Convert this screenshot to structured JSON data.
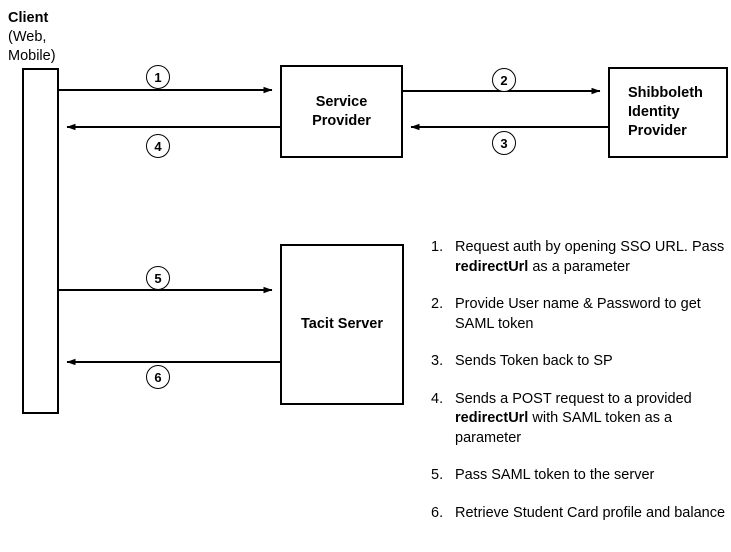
{
  "diagram": {
    "title": "SAML / Shibboleth SSO sequence diagram",
    "colors": {
      "background": "#ffffff",
      "stroke": "#000000",
      "text": "#000000"
    },
    "nodes": {
      "client": {
        "name_bold": "Client",
        "sub_line1": "(Web,",
        "sub_line2": "Mobile)"
      },
      "service_provider": {
        "line1": "Service",
        "line2": "Provider"
      },
      "identity_provider": {
        "line1": "Shibboleth",
        "line2": "Identity",
        "line3": "Provider"
      },
      "tacit_server": {
        "line1": "Tacit Server"
      }
    },
    "steps": [
      {
        "num": "1",
        "from": "client",
        "to": "service_provider",
        "direction": "right"
      },
      {
        "num": "2",
        "from": "service_provider",
        "to": "identity_provider",
        "direction": "right"
      },
      {
        "num": "3",
        "from": "identity_provider",
        "to": "service_provider",
        "direction": "left"
      },
      {
        "num": "4",
        "from": "service_provider",
        "to": "client",
        "direction": "left"
      },
      {
        "num": "5",
        "from": "client",
        "to": "tacit_server",
        "direction": "right"
      },
      {
        "num": "6",
        "from": "tacit_server",
        "to": "client",
        "direction": "left"
      }
    ],
    "legend": [
      {
        "num": "1.",
        "parts": [
          {
            "text": "Request auth by opening SSO URL. Pass ",
            "bold": false
          },
          {
            "text": "redirectUrl",
            "bold": true
          },
          {
            "text": " as a parameter",
            "bold": false
          }
        ]
      },
      {
        "num": "2.",
        "parts": [
          {
            "text": "Provide User name & Password to get SAML token",
            "bold": false
          }
        ]
      },
      {
        "num": "3.",
        "parts": [
          {
            "text": "Sends Token back to SP",
            "bold": false
          }
        ]
      },
      {
        "num": "4.",
        "parts": [
          {
            "text": "Sends a POST request to a provided ",
            "bold": false
          },
          {
            "text": "redirectUrl",
            "bold": true
          },
          {
            "text": " with SAML token as a parameter",
            "bold": false
          }
        ]
      },
      {
        "num": "5.",
        "parts": [
          {
            "text": "Pass SAML token to the server",
            "bold": false
          }
        ]
      },
      {
        "num": "6.",
        "parts": [
          {
            "text": "Retrieve Student Card profile and balance",
            "bold": false
          }
        ]
      }
    ]
  }
}
